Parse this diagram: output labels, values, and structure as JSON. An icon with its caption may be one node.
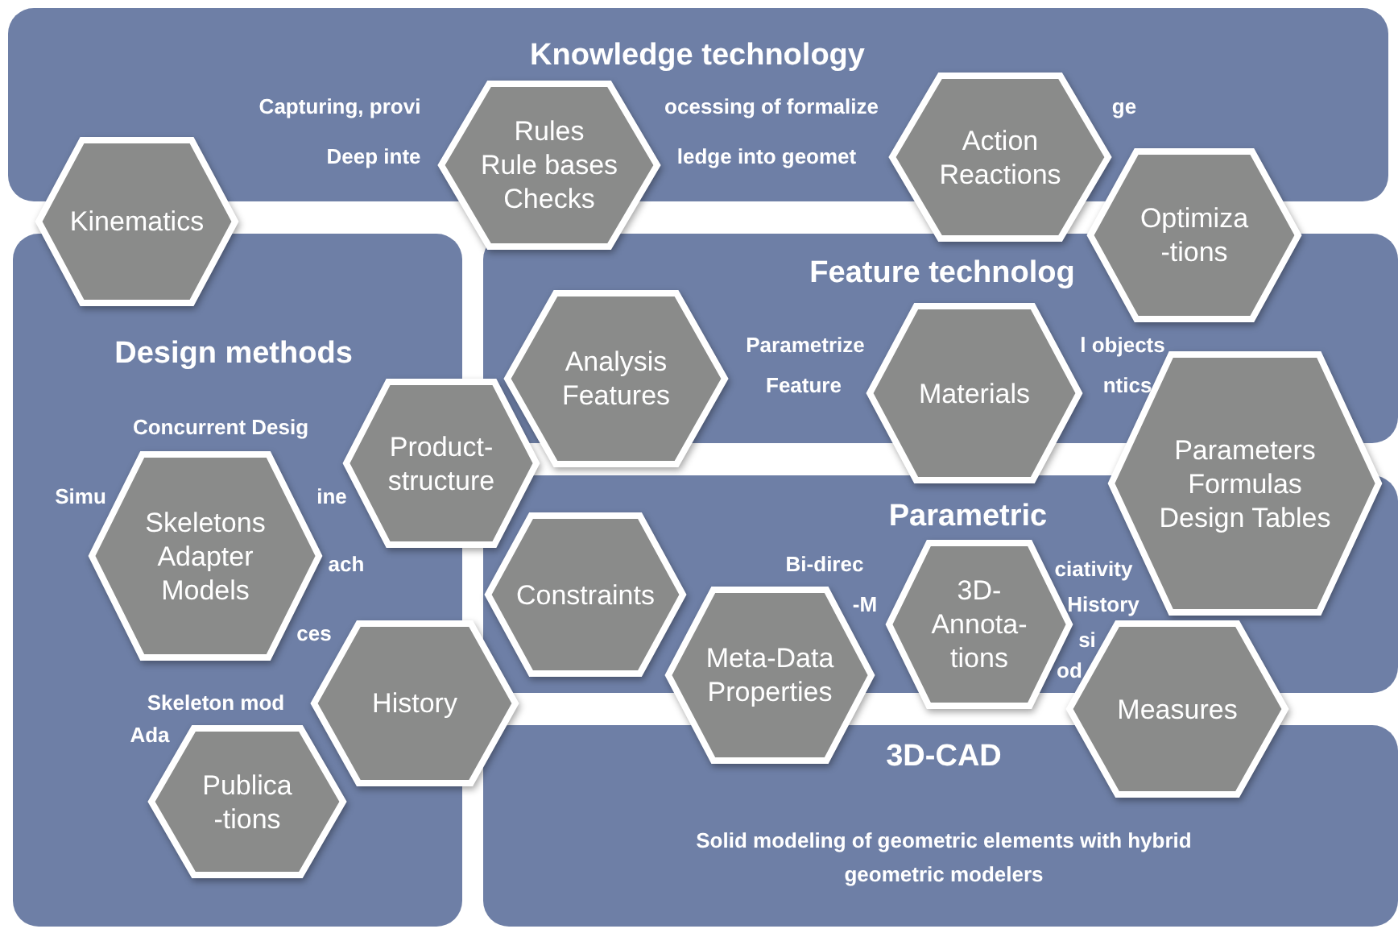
{
  "diagram": {
    "nodes": [
      {
        "text": [
          "Knowledge technology",
          "Capturing, provi",
          "ocessing of formalize",
          "ge",
          "Deep inte",
          "ledge into geomet"
        ]
      },
      {
        "text": [
          "Kinematics"
        ]
      },
      {
        "text": [
          "Rules",
          "Rule bases",
          "Checks"
        ]
      },
      {
        "text": [
          "Action",
          "Reactions"
        ]
      },
      {
        "text": [
          "Optimiza",
          "-tions"
        ]
      },
      {
        "text": [
          "Design methods",
          "Concurrent Desig",
          "Simu",
          "ine",
          "ach",
          "ces",
          "Skeleton mod",
          "Ada"
        ]
      },
      {
        "text": [
          "Feature technolog",
          "Parametrize",
          "l objects",
          "Feature",
          "ntics"
        ]
      },
      {
        "text": [
          "Analysis",
          "Features"
        ]
      },
      {
        "text": [
          "Materials"
        ]
      },
      {
        "text": [
          "Product-",
          "structure"
        ]
      },
      {
        "text": [
          "Parameters",
          "Formulas",
          "Design Tables"
        ]
      },
      {
        "text": [
          "Skeletons",
          "Adapter",
          "Models"
        ],
        "in": 5
      },
      {
        "text": [
          "Parametric",
          "Bi-direc",
          "ciativity",
          "-M",
          "History",
          "si",
          "od"
        ]
      },
      {
        "text": [
          "Constraints"
        ],
        "in": 12
      },
      {
        "text": [
          "3D-",
          "Annota-",
          "tions"
        ]
      },
      {
        "text": [
          "Meta-Data",
          "Properties"
        ]
      },
      {
        "text": [
          "History"
        ]
      },
      {
        "text": [
          "Measures"
        ]
      },
      {
        "text": [
          "3D-CAD",
          "Solid modeling of geometric elements with hybrid geometric modelers"
        ]
      },
      {
        "text": [
          "Publica",
          "-tions"
        ],
        "in": 5
      }
    ]
  }
}
